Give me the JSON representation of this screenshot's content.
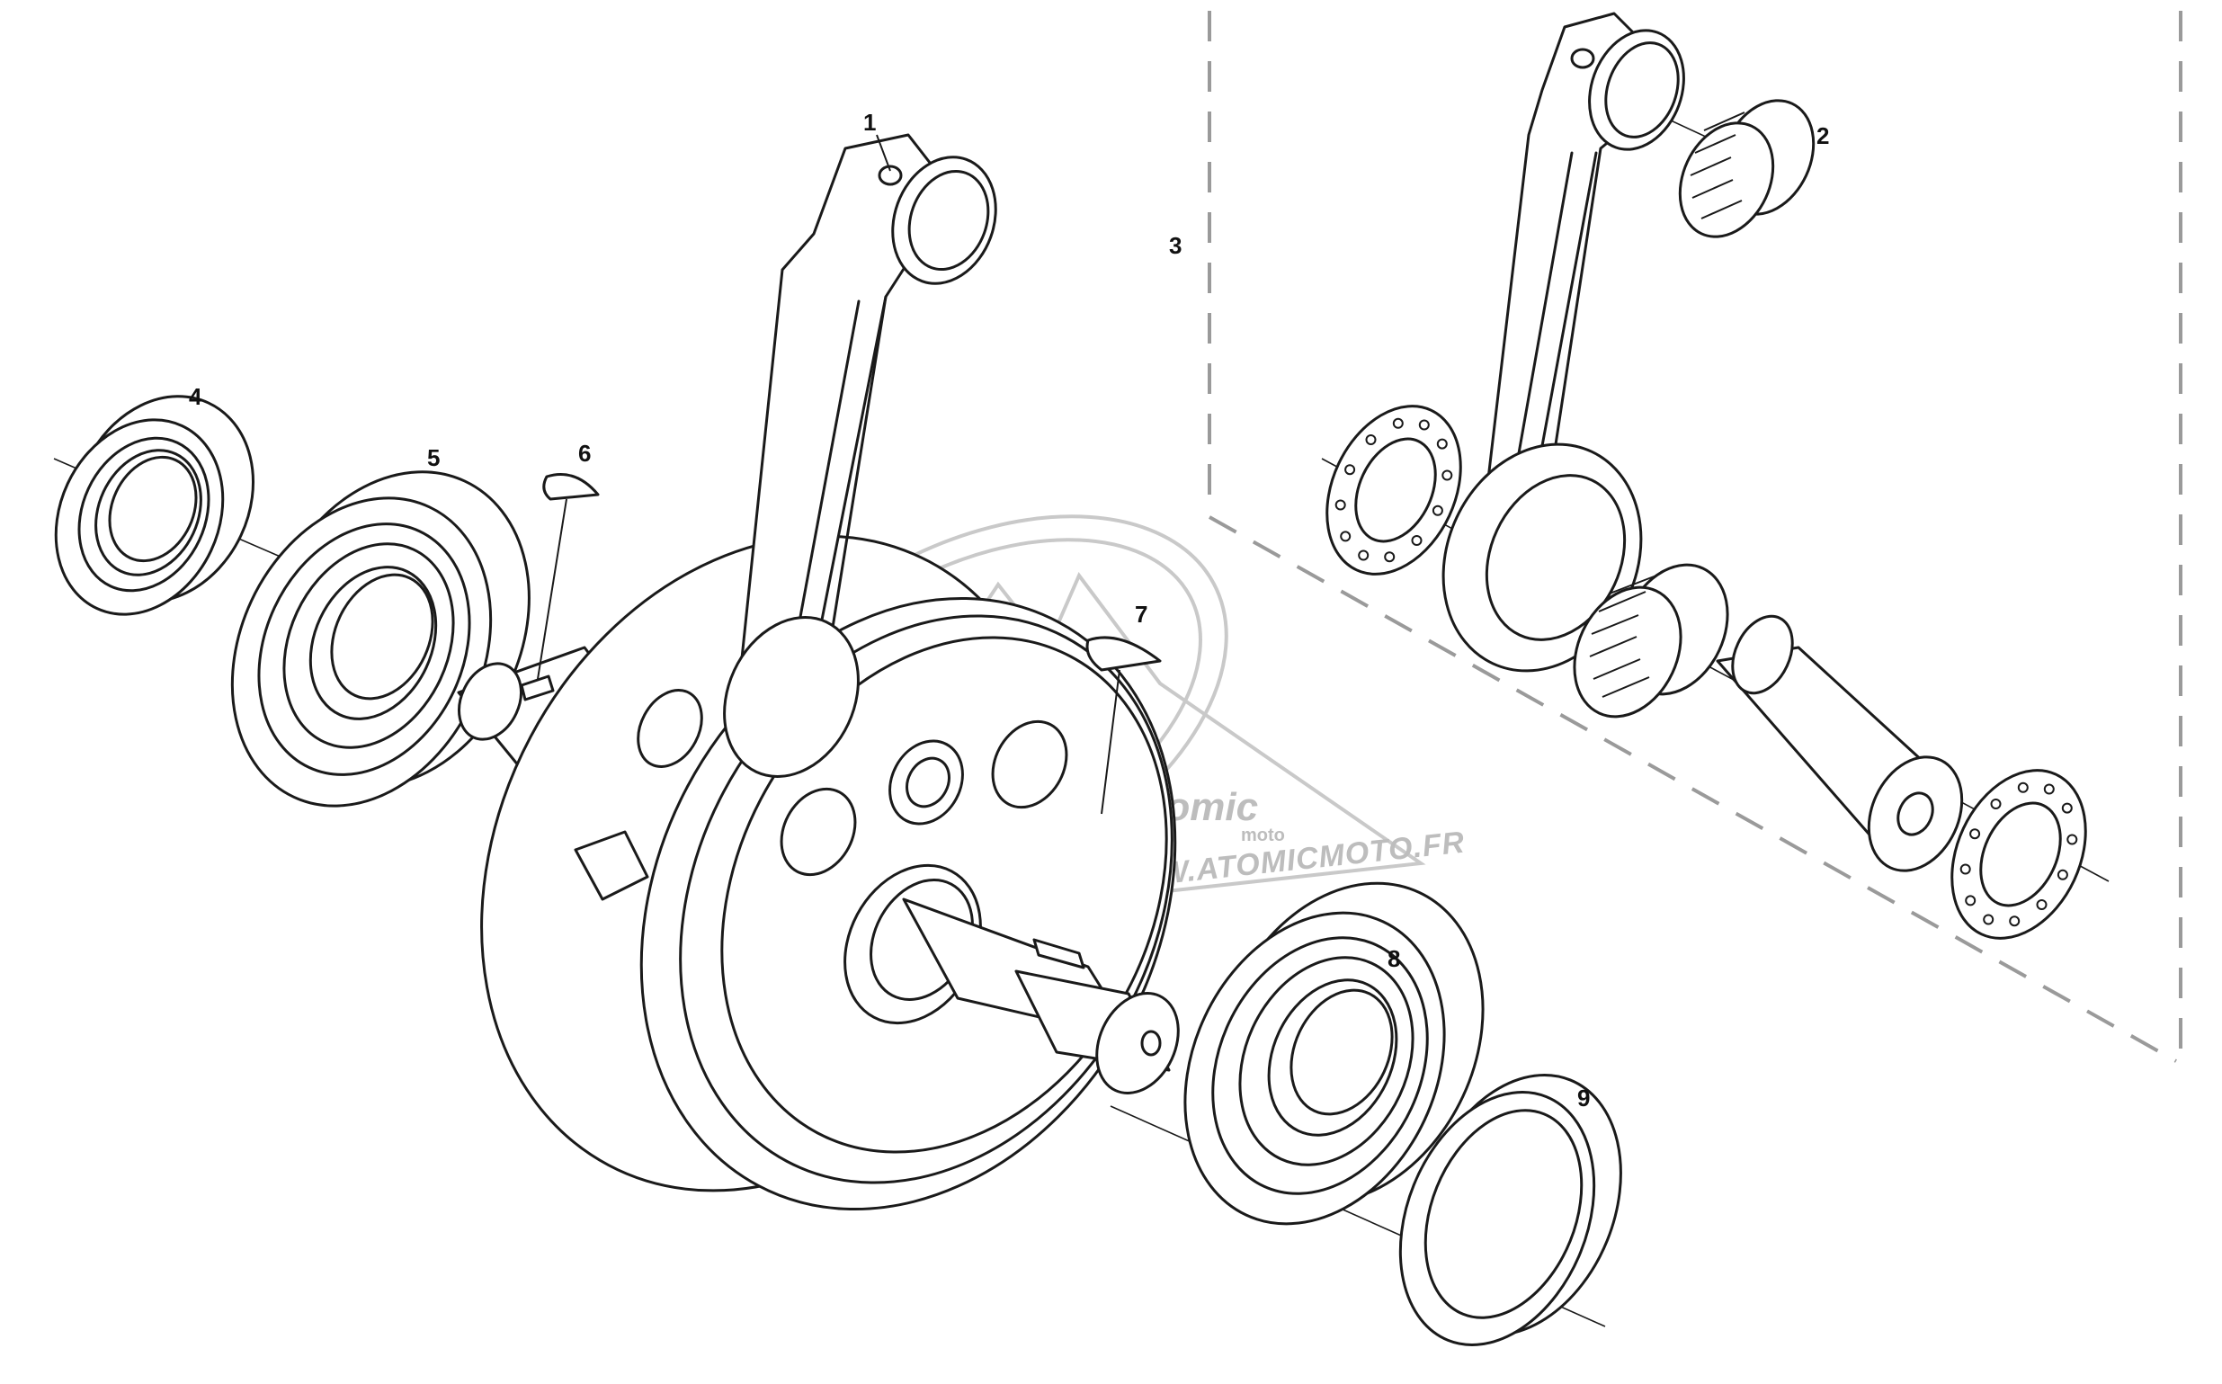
{
  "diagram": {
    "callouts": [
      {
        "id": "1",
        "text": "1"
      },
      {
        "id": "2",
        "text": "2"
      },
      {
        "id": "3",
        "text": "3"
      },
      {
        "id": "4",
        "text": "4"
      },
      {
        "id": "5",
        "text": "5"
      },
      {
        "id": "6",
        "text": "6"
      },
      {
        "id": "7",
        "text": "7"
      },
      {
        "id": "8",
        "text": "8"
      },
      {
        "id": "9",
        "text": "9"
      }
    ]
  },
  "watermark": {
    "logo_text": "Atomic",
    "logo_sub": "moto",
    "url": "WWW.ATOMICMOTO.FR"
  },
  "colors": {
    "line": "#1a1a1a",
    "watermark": "#c9c9c9",
    "dashed_frame": "#9a9a9a",
    "background": "#ffffff"
  }
}
